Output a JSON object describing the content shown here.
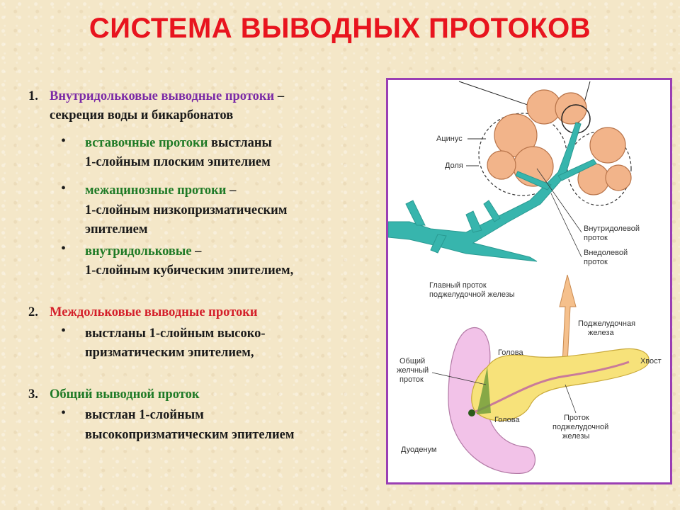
{
  "title": "СИСТЕМА ВЫВОДНЫХ ПРОТОКОВ",
  "sections": [
    {
      "number": "1.",
      "heading": "Внутридольковые выводные протоки",
      "heading_tail": " –",
      "line2": "секреция воды и бикарбонатов",
      "bullets": [
        {
          "term": "вставочные протоки",
          "rest": " выстланы",
          "line2": "1-слойным плоским эпителием"
        },
        {
          "term": "межацинозные протоки",
          "rest": " –",
          "line2": "1-слойным низкопризматическим",
          "line3": "эпителием"
        },
        {
          "term": "внутридольковые",
          "rest": " –",
          "line2": "1-слойным кубическим эпителием,"
        }
      ]
    },
    {
      "number": "2.",
      "heading": "Междольковые выводные протоки",
      "bullets": [
        {
          "line1": "выстланы 1-слойным высоко-",
          "line2": "призматическим  эпителием,"
        }
      ]
    },
    {
      "number": "3.",
      "heading": "Общий выводной проток",
      "bullets": [
        {
          "line1": "выстлан 1-слойным",
          "line2": "высокопризматическим  эпителием"
        }
      ]
    }
  ],
  "diagram": {
    "labels": {
      "acinus": "Ацинус",
      "lobule": "Доля",
      "intralobular": [
        "Внутридолевой",
        "проток"
      ],
      "interlobular": [
        "Внедолевой",
        "проток"
      ],
      "main_duct": [
        "Главный проток",
        "поджелудочной железы"
      ],
      "pancreas": [
        "Поджелудочная",
        "железа"
      ],
      "head_top": "Голова",
      "tail": "Хвост",
      "bile_duct": [
        "Общий",
        "желчный",
        "проток"
      ],
      "head_bottom": "Голова",
      "pancreatic_duct": [
        "Проток",
        "поджелудочной",
        "железы"
      ],
      "duodenum": "Дуоденум"
    },
    "colors": {
      "duct": "#37b5ad",
      "acinus": "#f2b48a",
      "pancreas": "#f7e27a",
      "duodenum": "#f2c2e8",
      "arrow": "#f5c08c",
      "border": "#9a3fb4"
    }
  }
}
